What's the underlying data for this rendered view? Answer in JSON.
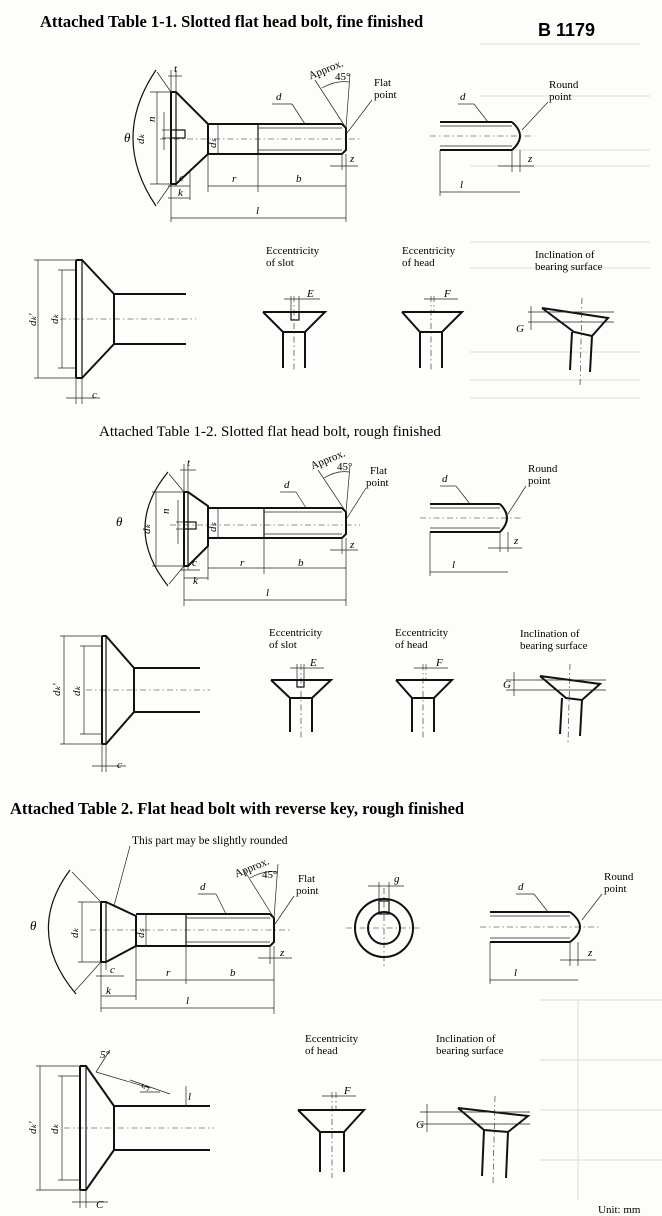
{
  "header": {
    "table_1_1": "Attached Table 1-1.  Slotted flat head bolt, fine finished",
    "standard_code": "B 1179",
    "table_1_2": "Attached Table 1-2.  Slotted flat head bolt, rough finished",
    "table_2": "Attached Table 2.  Flat head bolt with reverse key, rough finished"
  },
  "labels": {
    "approx": "Approx.",
    "angle_45": "45°",
    "flat_point": [
      "Flat",
      "point"
    ],
    "round_point": [
      "Round",
      "point"
    ],
    "eccentricity_of_slot": [
      "Eccentricity",
      "of slot"
    ],
    "eccentricity_of_head": [
      "Eccentricity",
      "of head"
    ],
    "inclination": [
      "Inclination of",
      "bearing surface"
    ],
    "rounded_note": "This part may be slightly rounded",
    "unit_fragment": "Unit: mm"
  },
  "symbols": {
    "theta": "θ",
    "t": "t",
    "n": "n",
    "dk": "dₖ",
    "dk_prime": "dₖ'",
    "ds": "dₛ",
    "d": "d",
    "c": "c",
    "c_upper": "C",
    "k": "k",
    "r": "r",
    "b": "b",
    "z": "z",
    "l": "l",
    "E": "E",
    "F": "F",
    "G": "G",
    "g": "g",
    "five_deg": "5°",
    "five": "5"
  }
}
